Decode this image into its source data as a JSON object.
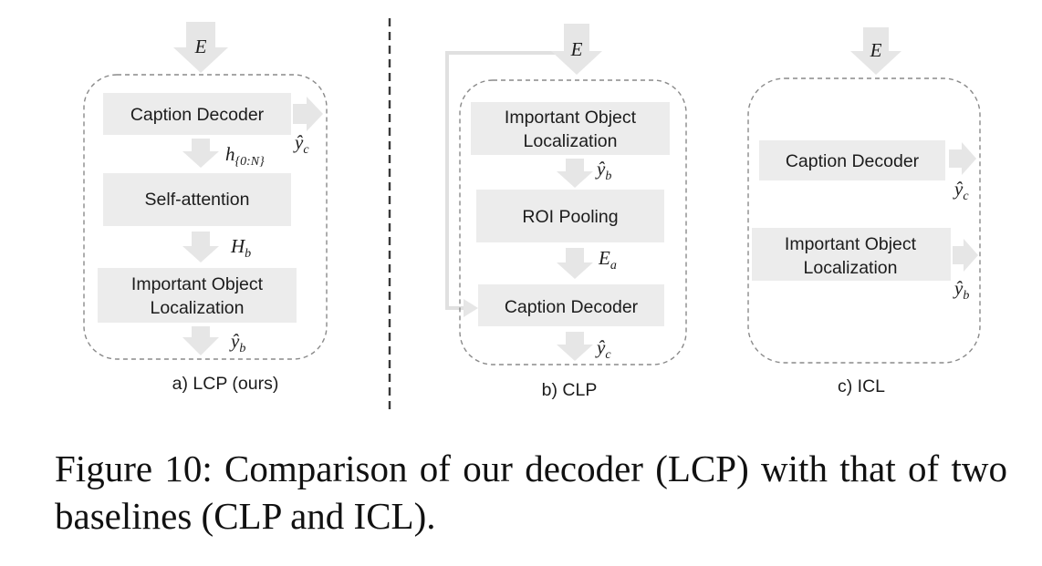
{
  "panels": {
    "lcp": {
      "caption": "a)  LCP (ours)",
      "input": "E",
      "boxes": [
        "Caption Decoder",
        "Self-attention",
        "Important Object",
        "Localization"
      ],
      "labels": {
        "yc": "ŷ",
        "yc_sub": "c",
        "h": "h",
        "h_sub": "{0:N}",
        "H": "H",
        "H_sub": "b",
        "yb": "ŷ",
        "yb_sub": "b"
      }
    },
    "clp": {
      "caption": "b)  CLP",
      "input": "E",
      "boxes": [
        "Important Object",
        "Localization",
        "ROI Pooling",
        "Caption Decoder"
      ],
      "labels": {
        "yb": "ŷ",
        "yb_sub": "b",
        "Ea": "E",
        "Ea_sub": "a",
        "yc": "ŷ",
        "yc_sub": "c"
      }
    },
    "icl": {
      "caption": "c)   ICL",
      "input": "E",
      "boxes": [
        "Caption Decoder",
        "Important Object",
        "Localization"
      ],
      "labels": {
        "yc": "ŷ",
        "yc_sub": "c",
        "yb": "ŷ",
        "yb_sub": "b"
      }
    }
  },
  "figure_caption": "Figure 10: Comparison of our decoder (LCP) with that of two baselines (CLP and ICL)."
}
